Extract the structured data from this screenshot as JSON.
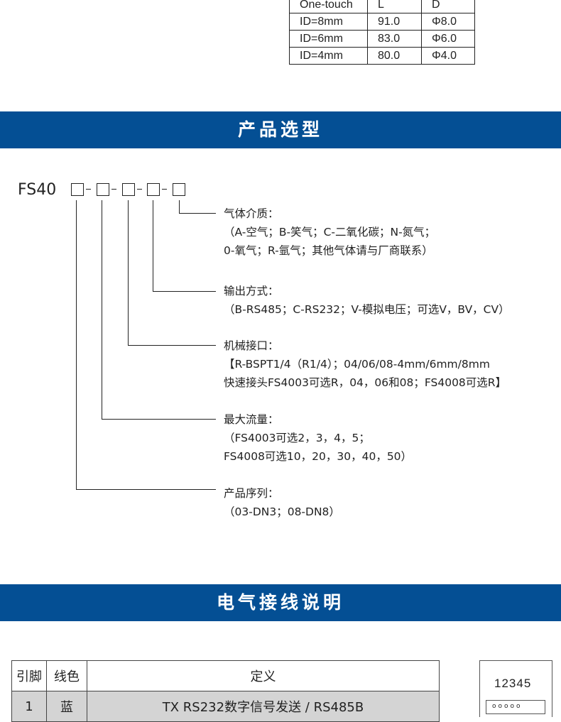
{
  "dimension_table": {
    "header": [
      "One-touch",
      "L",
      "D"
    ],
    "rows": [
      [
        "ID=8mm",
        "91.0",
        "Φ8.0"
      ],
      [
        "ID=6mm",
        "83.0",
        "Φ6.0"
      ],
      [
        "ID=4mm",
        "80.0",
        "Φ4.0"
      ]
    ]
  },
  "section_selection": {
    "title": "产品选型"
  },
  "model": {
    "prefix": "FS40",
    "separator": "-"
  },
  "options": [
    {
      "lines": [
        "气体介质：",
        "（A-空气；B-笑气；C-二氧化碳；N-氮气；",
        "0-氧气；R-氩气；其他气体请与厂商联系）"
      ]
    },
    {
      "lines": [
        "输出方式：",
        "（B-RS485；C-RS232；V-模拟电压；可选V，BV，CV）"
      ]
    },
    {
      "lines": [
        "机械接口：",
        "【R-BSPT1/4（R1/4）；04/06/08-4mm/6mm/8mm",
        "快速接头FS4003可选R，04，06和08；FS4008可选R】"
      ]
    },
    {
      "lines": [
        "最大流量：",
        "（FS4003可选2，3，4，5；",
        "FS4008可选10，20，30，40，50）"
      ]
    },
    {
      "lines": [
        "产品序列：",
        "（03-DN3；08-DN8）"
      ]
    }
  ],
  "section_wiring": {
    "title": "电气接线说明"
  },
  "pin_table": {
    "header": [
      "引脚",
      "线色",
      "定义"
    ],
    "rows": [
      [
        "1",
        "蓝",
        "TX  RS232数字信号发送 / RS485B"
      ]
    ]
  },
  "connector": {
    "pin_numbers": "12345",
    "pins": "ooooo"
  }
}
